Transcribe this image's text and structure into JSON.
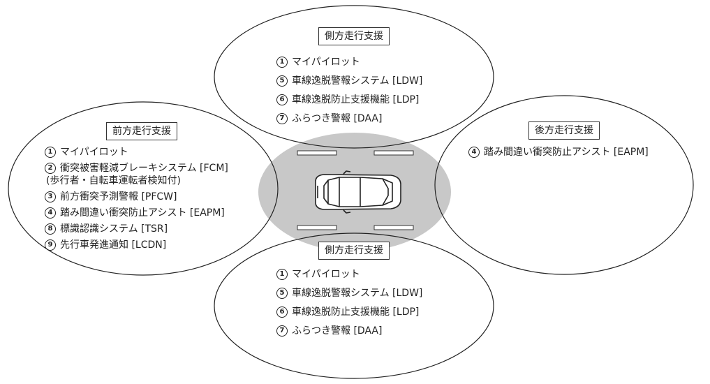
{
  "colors": {
    "center_shadow": "#c8c8c8",
    "stroke": "#222222"
  },
  "zones": {
    "top": {
      "title": "側方走行支援",
      "items": [
        {
          "num": "1",
          "text": "マイパイロット"
        },
        {
          "num": "5",
          "text": "車線逸脱警報システム [LDW]"
        },
        {
          "num": "6",
          "text": "車線逸脱防止支援機能 [LDP]"
        },
        {
          "num": "7",
          "text": "ふらつき警報 [DAA]"
        }
      ]
    },
    "front": {
      "title": "前方走行支援",
      "items": [
        {
          "num": "1",
          "text": "マイパイロット"
        },
        {
          "num": "2",
          "text": "衝突被害軽減ブレーキシステム [FCM]",
          "sub": "(歩行者・自転車運転者検知付)"
        },
        {
          "num": "3",
          "text": "前方衝突予測警報 [PFCW]"
        },
        {
          "num": "4",
          "text": "踏み間違い衝突防止アシスト [EAPM]"
        },
        {
          "num": "8",
          "text": "標識認識システム [TSR]"
        },
        {
          "num": "9",
          "text": "先行車発進通知 [LCDN]"
        }
      ]
    },
    "rear": {
      "title": "後方走行支援",
      "items": [
        {
          "num": "4",
          "text": "踏み間違い衝突防止アシスト [EAPM]"
        }
      ]
    },
    "bottom": {
      "title": "側方走行支援",
      "items": [
        {
          "num": "1",
          "text": "マイパイロット"
        },
        {
          "num": "5",
          "text": "車線逸脱警報システム [LDW]"
        },
        {
          "num": "6",
          "text": "車線逸脱防止支援機能 [LDP]"
        },
        {
          "num": "7",
          "text": "ふらつき警報 [DAA]"
        }
      ]
    }
  }
}
